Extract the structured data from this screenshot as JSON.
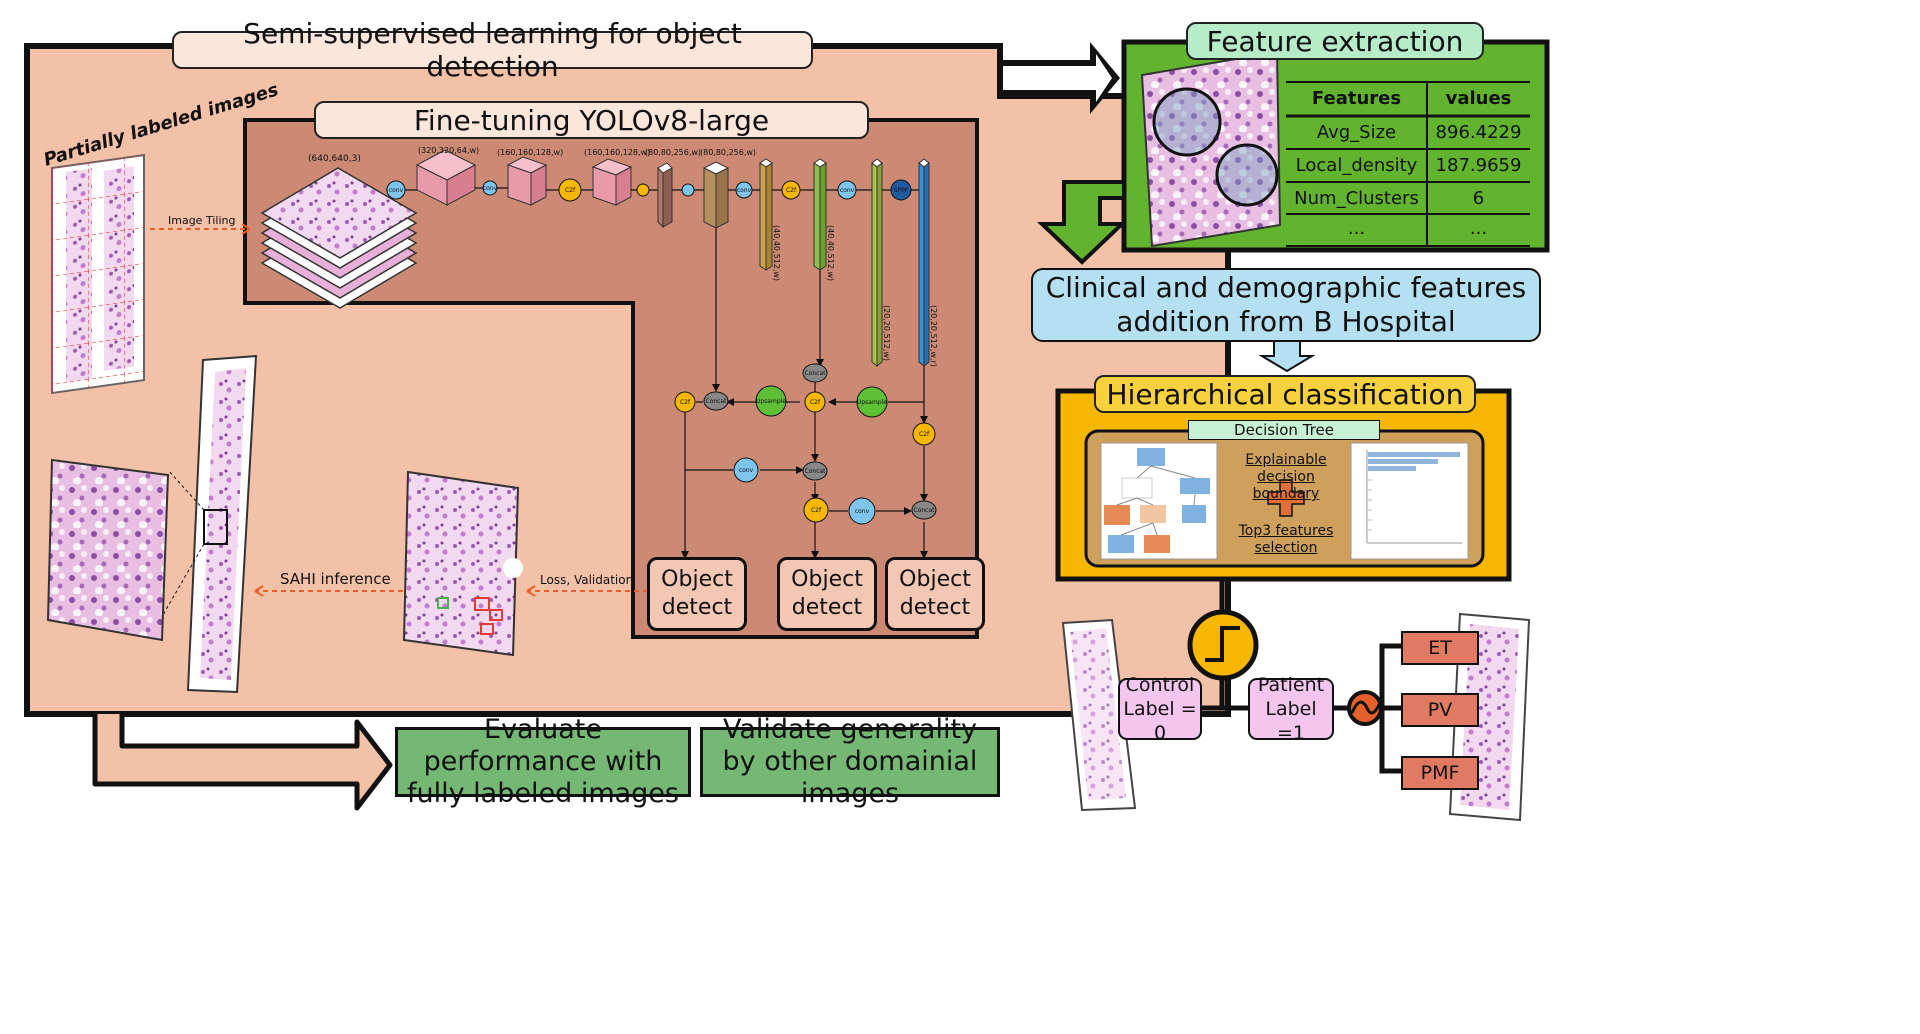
{
  "semi_supervised": {
    "title": "Semi-supervised learning for object detection"
  },
  "partially_labeled": {
    "label": "Partially labeled images"
  },
  "image_tiling": {
    "label": "Image Tiling"
  },
  "yolo": {
    "title": "Fine-tuning YOLOv8-large",
    "dims": [
      "(640,640,3)",
      "(320,320,64,w)",
      "(160,160,128,w)",
      "(160,160,128,w)",
      "(80,80,256,w)",
      "(80,80,256,w)",
      "(40,40,512,w)",
      "(40,40,512,w)",
      "(20,20,512,w)",
      "(20,20,512,w,r)"
    ],
    "blocks": {
      "conv": "conv",
      "c2f": "C2f",
      "sppf": "SPPF",
      "concat": "Concat",
      "upsample": "Upsample"
    },
    "object_detect": "Object detect"
  },
  "sahi": {
    "label": "SAHI inference"
  },
  "loss_validation": {
    "label": "Loss, Validation"
  },
  "evaluate": {
    "label": "Evaluate performance with fully labeled images"
  },
  "validate": {
    "label": "Validate generality by other domainial images"
  },
  "feature_extraction": {
    "title": "Feature extraction",
    "table": {
      "headers": [
        "Features",
        "values"
      ],
      "rows": [
        [
          "Avg_Size",
          "896.4229"
        ],
        [
          "Local_density",
          "187.9659"
        ],
        [
          "Num_Clusters",
          "6"
        ],
        [
          "...",
          "..."
        ]
      ]
    }
  },
  "clinical": {
    "label": "Clinical and demographic features addition from B Hospital"
  },
  "hierarchical": {
    "title": "Hierarchical classification",
    "decision_tree": "Decision Tree",
    "explainable": "Explainable decision boundary",
    "top3": "Top3 features selection"
  },
  "control": {
    "label": "Control Label = 0"
  },
  "patient": {
    "label": "Patient Label =1"
  },
  "subtypes": [
    "ET",
    "PV",
    "PMF"
  ],
  "colors": {
    "salmon_panel": "#f3c0a8",
    "inner_panel": "#cc8a74",
    "green_panel": "#62b42e",
    "yellow_panel": "#f5b700",
    "tan_panel": "#cfa05c",
    "light_blue": "#b5e0f2",
    "green_box": "#74b874",
    "subtype_box": "#e07a62",
    "pink_box": "#f4c6ee"
  }
}
